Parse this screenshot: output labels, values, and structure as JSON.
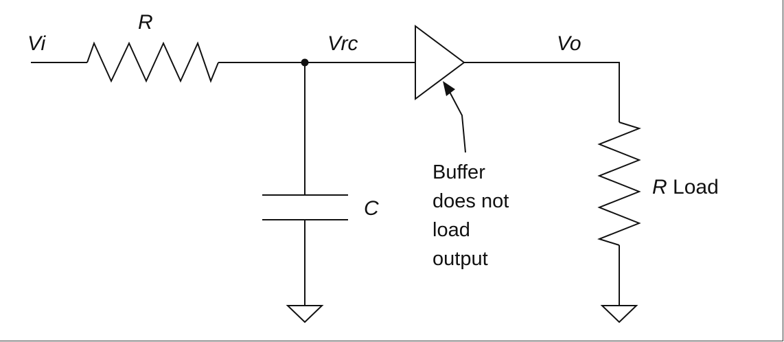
{
  "labels": {
    "vi": "Vi",
    "r": "R",
    "vrc": "Vrc",
    "vo": "Vo",
    "c": "C",
    "rload_symbol": "R",
    "rload_word": "Load",
    "buffer_note": [
      "Buffer",
      "does not",
      "load",
      "output"
    ]
  }
}
